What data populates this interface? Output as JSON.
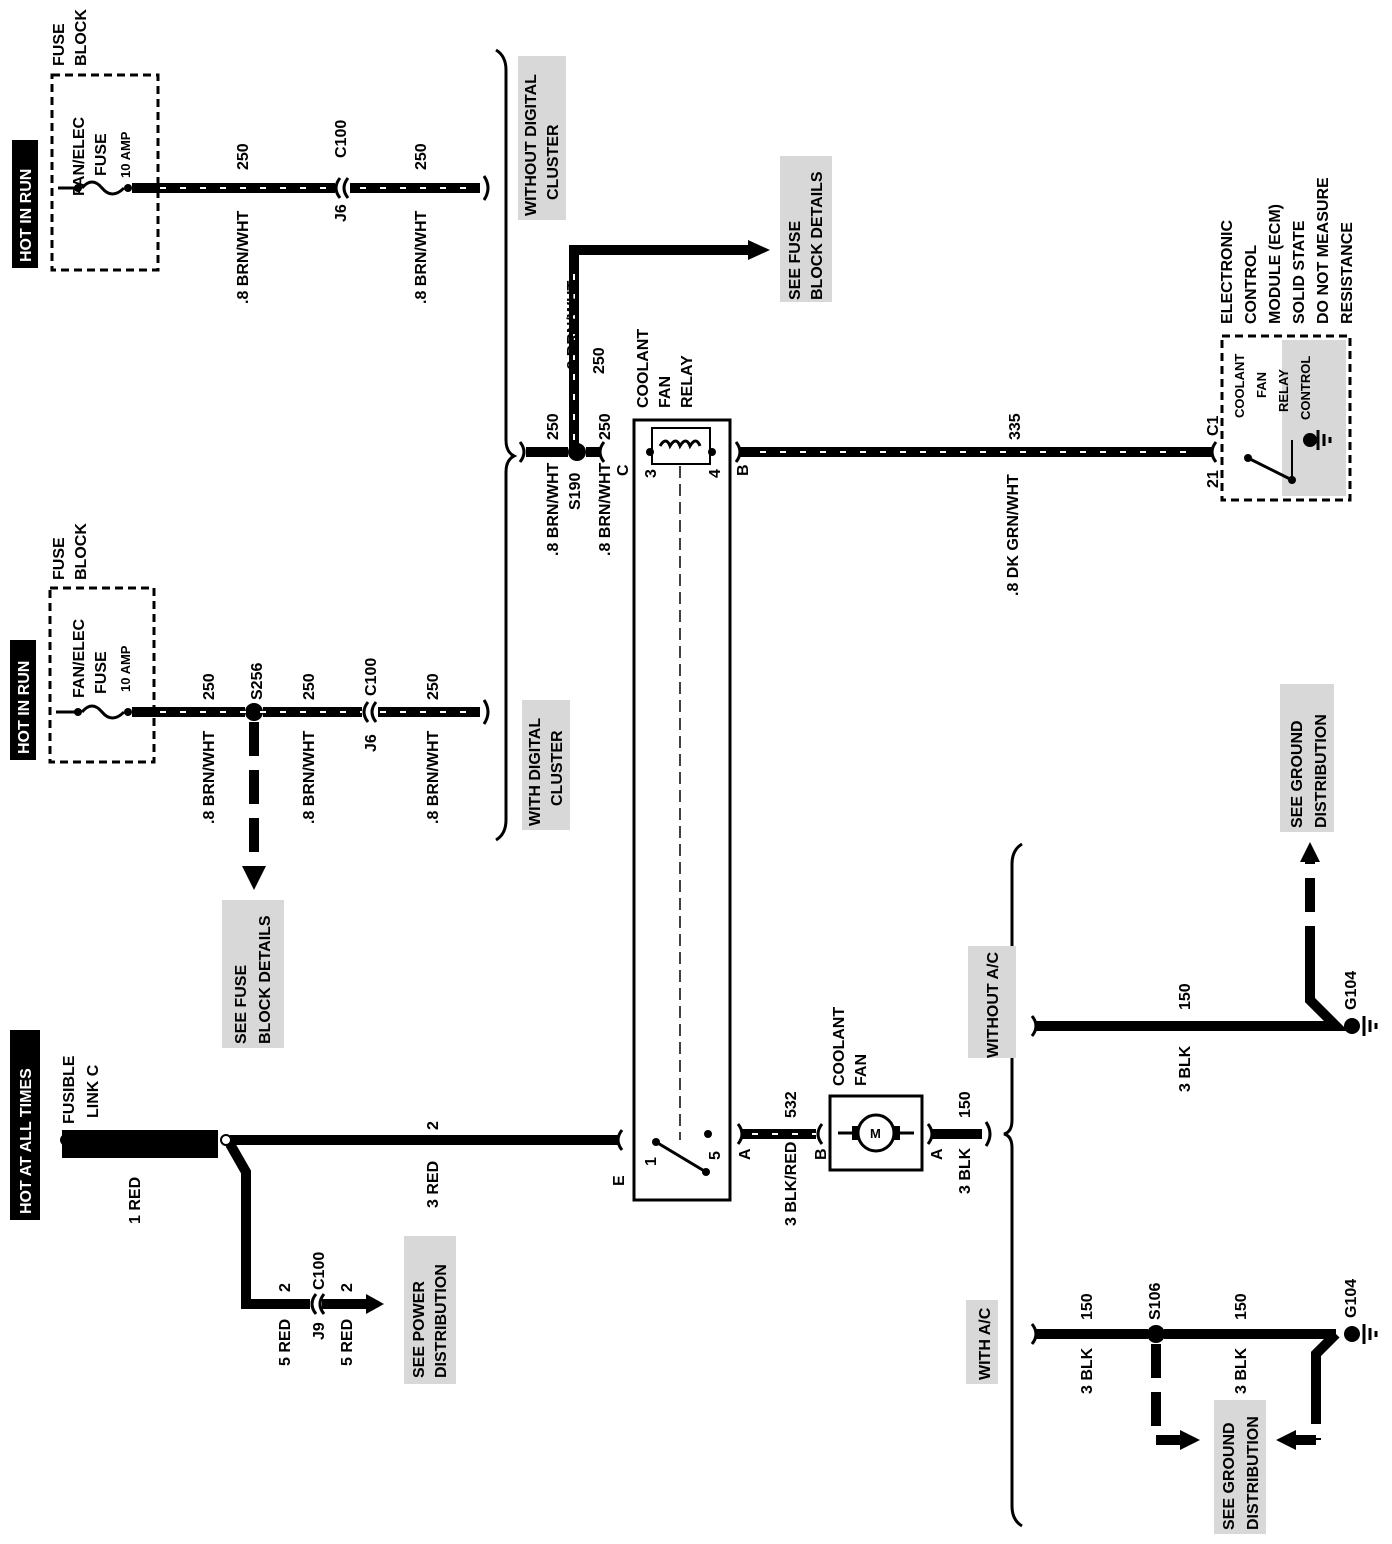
{
  "colors": {
    "ink": "#000000",
    "paper": "#ffffff",
    "highlight": "#d8d8d8"
  },
  "power_sources": {
    "hot_in_run_top": "HOT IN RUN",
    "hot_in_run_mid": "HOT IN RUN",
    "hot_at_all_times": "HOT AT ALL TIMES"
  },
  "fuse_block_top": {
    "title_1": "FUSE",
    "title_2": "BLOCK",
    "fuse_name_1": "FAN/ELEC",
    "fuse_name_2": "FUSE",
    "fuse_rating": "10 AMP"
  },
  "fuse_block_mid": {
    "title_1": "FUSE",
    "title_2": "BLOCK",
    "fuse_name_1": "FAN/ELEC",
    "fuse_name_2": "FUSE",
    "fuse_rating": "10 AMP"
  },
  "fusible_link": {
    "line_1": "FUSIBLE",
    "line_2": "LINK C"
  },
  "options": {
    "without_digital_1": "WITHOUT DIGITAL",
    "without_digital_2": "CLUSTER",
    "with_digital_1": "WITH DIGITAL",
    "with_digital_2": "CLUSTER",
    "without_ac": "WITHOUT A/C",
    "with_ac": "WITH A/C"
  },
  "wires": {
    "circuit_250": "250",
    "circuit_335": "335",
    "circuit_2": "2",
    "circuit_532": "532",
    "circuit_150": "150",
    "brn_wht": ".8 BRN/WHT",
    "dk_grn_wht": ".8 DK GRN/WHT",
    "red_1": "1 RED",
    "red_3": "3 RED",
    "red_5": "5 RED",
    "blk_red_3": "3 BLK/RED",
    "blk_3": "3 BLK"
  },
  "connectors": {
    "c100": "C100",
    "j6": "J6",
    "j9": "J9",
    "c1": "C1",
    "pin_21": "21",
    "pin_a": "A",
    "pin_b": "B",
    "pin_c": "C",
    "pin_e": "E"
  },
  "splices": {
    "s190": "S190",
    "s256": "S256",
    "s106": "S106"
  },
  "grounds": {
    "g104": "G104"
  },
  "relay": {
    "line_1": "COOLANT",
    "line_2": "FAN",
    "line_3": "RELAY",
    "terminal_1": "1",
    "terminal_3": "3",
    "terminal_4": "4",
    "terminal_5": "5"
  },
  "fan": {
    "line_1": "COOLANT",
    "line_2": "FAN",
    "motor_symbol": "M"
  },
  "ecm": {
    "line_1": "ELECTRONIC",
    "line_2": "CONTROL",
    "line_3": "MODULE (ECM)",
    "line_4": "SOLID STATE",
    "line_5": "DO NOT MEASURE",
    "line_6": "RESISTANCE",
    "inner_1": "COOLANT",
    "inner_2": "FAN",
    "inner_3": "RELAY",
    "inner_4": "CONTROL"
  },
  "references": {
    "see_fuse_1": "SEE FUSE",
    "see_fuse_2": "BLOCK DETAILS",
    "see_ground_1": "SEE GROUND",
    "see_ground_2": "DISTRIBUTION",
    "see_power_1": "SEE POWER",
    "see_power_2": "DISTRIBUTION"
  }
}
